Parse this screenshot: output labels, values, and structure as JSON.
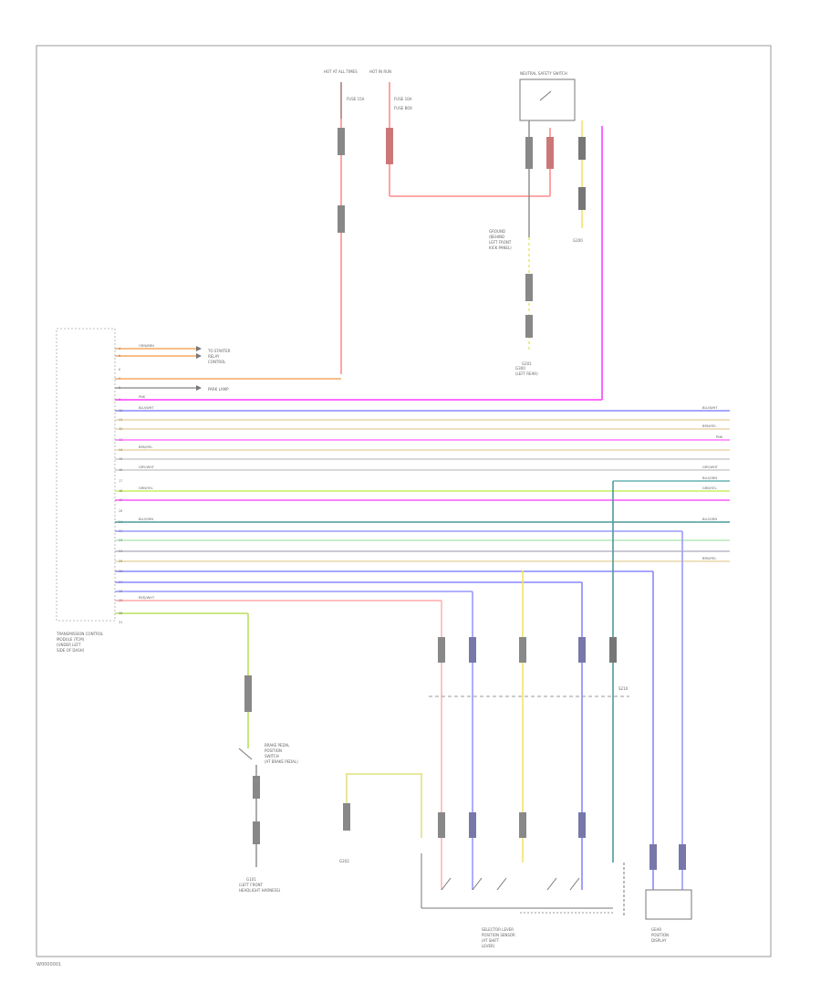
{
  "diagram": {
    "footer_code": "W0000001",
    "hot_at_all_times": "HOT AT ALL TIMES",
    "hot_in_run": "HOT IN RUN",
    "fuse_a": "FUSE 15A",
    "fuse_b": "FUSE 10A",
    "fuse_box": "FUSE BOX",
    "ctrl_module": [
      "TRANSMISSION CONTROL",
      "MODULE (TCM)",
      "(UNDER LEFT",
      "SIDE OF DASH)"
    ],
    "top_switch": "NEUTRAL SAFETY SWITCH",
    "left_output": [
      "TO STARTER",
      "RELAY",
      "CONTROL"
    ],
    "park_lamp": "PARK LAMP",
    "g200": "G200",
    "g201": "G201",
    "g202": "G202",
    "g300": [
      "G300",
      "(LEFT REAR)"
    ],
    "ground_c": [
      "GROUND",
      "(BEHIND",
      "LEFT FRONT",
      "KICK PANEL)"
    ],
    "brake_switch": [
      "BRAKE PEDAL",
      "POSITION",
      "SWITCH",
      "(AT BRAKE PEDAL)"
    ],
    "left_ground": [
      "G101",
      "(LEFT FRONT",
      "HEADLIGHT HARNESS)"
    ],
    "selector": [
      "SELECTOR LEVER",
      "POSITION SENSOR",
      "(AT SHIFT",
      "LEVER)"
    ],
    "gear_display": [
      "GEAR",
      "POSITION",
      "DISPLAY"
    ],
    "splice": "S210",
    "pins": [
      "4",
      "5",
      "6",
      "7",
      "8",
      "9",
      "10",
      "11",
      "12",
      "13",
      "14",
      "15",
      "16",
      "17",
      "18",
      "19",
      "20",
      "21",
      "22",
      "23",
      "24",
      "25",
      "26",
      "27",
      "28",
      "29",
      "30",
      "31",
      "32",
      "33"
    ],
    "wire_names": {
      "orange": "ORN/BRN",
      "pink": "PNK",
      "blue": "BLU/WHT",
      "tan": "BRN/YEL",
      "green": "GRN/YEL",
      "gray": "GRY/WHT",
      "teal": "BLU/GRN",
      "red": "RED/WHT"
    }
  }
}
